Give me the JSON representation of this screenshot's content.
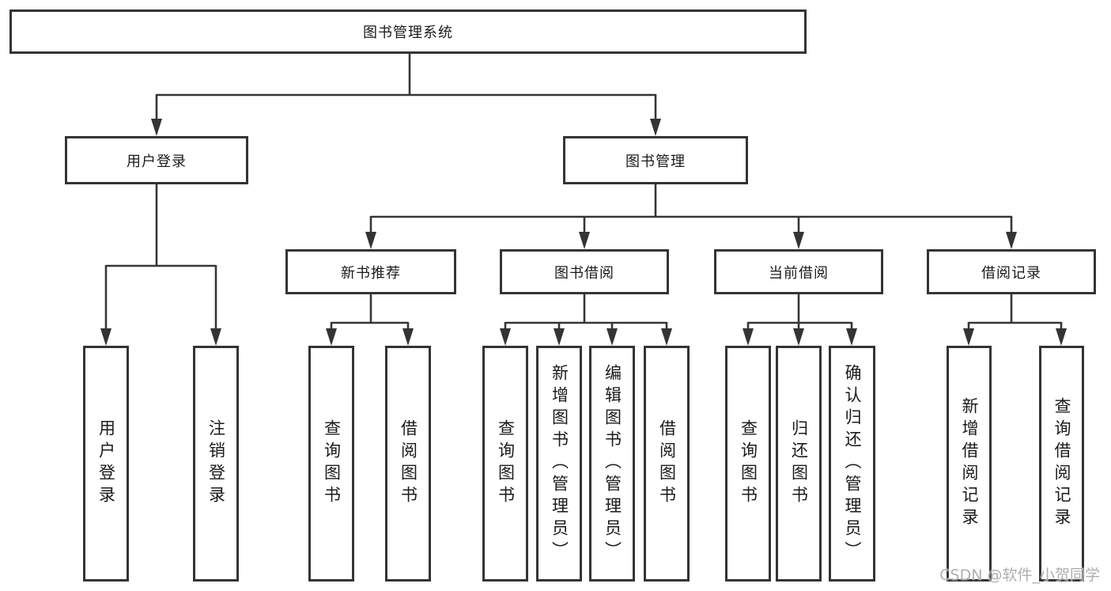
{
  "tree": {
    "root": "图书管理系统",
    "branches": [
      {
        "label": "用户登录",
        "children": [
          "用户登录",
          "注销登录"
        ]
      },
      {
        "label": "图书管理",
        "groups": [
          {
            "label": "新书推荐",
            "children": [
              "查询图书",
              "借阅图书"
            ]
          },
          {
            "label": "图书借阅",
            "children": [
              "查询图书",
              "新增图书（管理员）",
              "编辑图书（管理员）",
              "借阅图书"
            ]
          },
          {
            "label": "当前借阅",
            "children": [
              "查询图书",
              "归还图书",
              "确认归还（管理员）"
            ]
          },
          {
            "label": "借阅记录",
            "children": [
              "新增借阅记录",
              "查询借阅记录"
            ]
          }
        ]
      }
    ]
  },
  "watermark": "CSDN @软件_小贺同学",
  "colors": {
    "line": "#363636",
    "border": "#343434",
    "text": "#1a1a1a",
    "watermark": "#a8a8a8",
    "background": "#ffffff"
  }
}
